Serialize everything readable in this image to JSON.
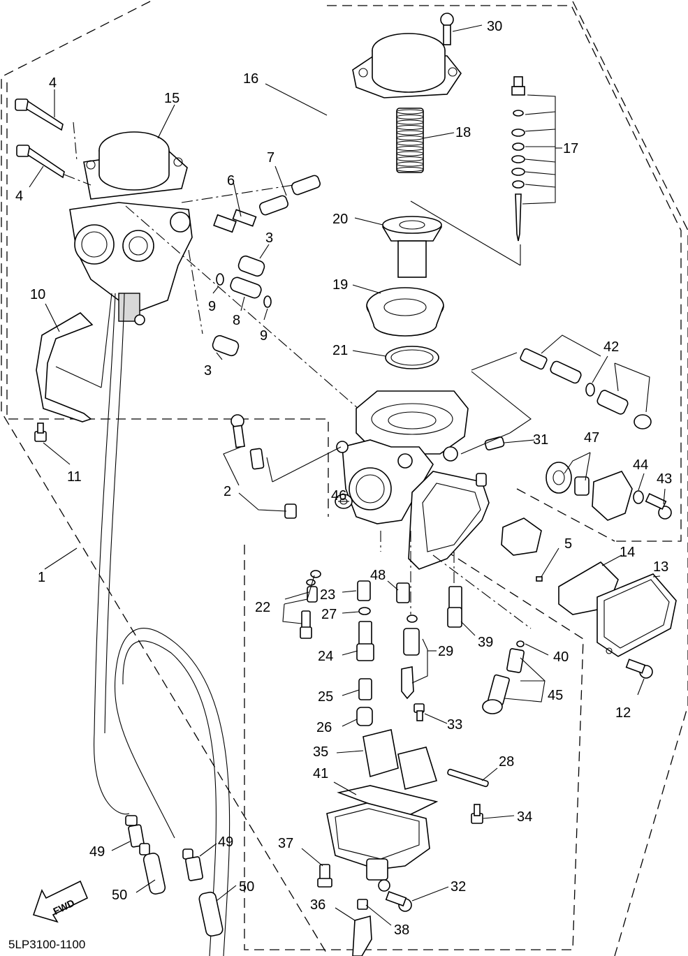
{
  "diagram_code": "5LP3100-1100",
  "fwd_label": "FWD",
  "labels": {
    "l1": "1",
    "l2": "2",
    "l3a": "3",
    "l3b": "3",
    "l4a": "4",
    "l4b": "4",
    "l5": "5",
    "l6": "6",
    "l7": "7",
    "l8": "8",
    "l9a": "9",
    "l9b": "9",
    "l10": "10",
    "l11": "11",
    "l12": "12",
    "l13": "13",
    "l14": "14",
    "l15": "15",
    "l16": "16",
    "l17": "17",
    "l18": "18",
    "l19": "19",
    "l20": "20",
    "l21": "21",
    "l22": "22",
    "l23": "23",
    "l24": "24",
    "l25": "25",
    "l26": "26",
    "l27": "27",
    "l28": "28",
    "l29": "29",
    "l30": "30",
    "l31": "31",
    "l32": "32",
    "l33": "33",
    "l34": "34",
    "l35": "35",
    "l36": "36",
    "l37": "37",
    "l38": "38",
    "l39": "39",
    "l40": "40",
    "l41": "41",
    "l42": "42",
    "l43": "43",
    "l44": "44",
    "l45": "45",
    "l46": "46",
    "l47": "47",
    "l48": "48",
    "l49a": "49",
    "l49b": "49",
    "l50a": "50",
    "l50b": "50"
  }
}
